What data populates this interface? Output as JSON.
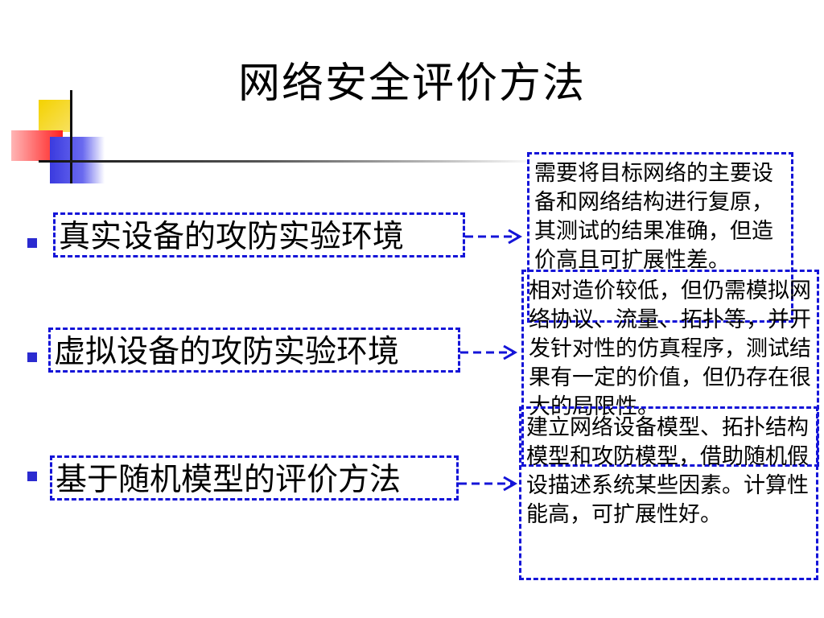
{
  "slide": {
    "title": "网络安全评价方法",
    "colors": {
      "accent_blue": "#1414d8",
      "bullet_blue": "#2b2bd0"
    },
    "methods": [
      {
        "label": "真实设备的攻防实验环境"
      },
      {
        "label": "虚拟设备的攻防实验环境"
      },
      {
        "label": "基于随机模型的评价方法"
      }
    ],
    "descriptions": [
      {
        "text": "需要将目标网络的主要设备和网络结构进行复原，其测试的结果准确，但造价高且可扩展性差。"
      },
      {
        "text": "相对造价较低，但仍需模拟网络协议、流量、拓扑等，并开发针对性的仿真程序，测试结果有一定的价值，但仍存在很大的局限性。"
      },
      {
        "text": "建立网络设备模型、拓扑结构模型和攻防模型，借助随机假设描述系统某些因素。计算性能高，可扩展性好。"
      }
    ]
  }
}
